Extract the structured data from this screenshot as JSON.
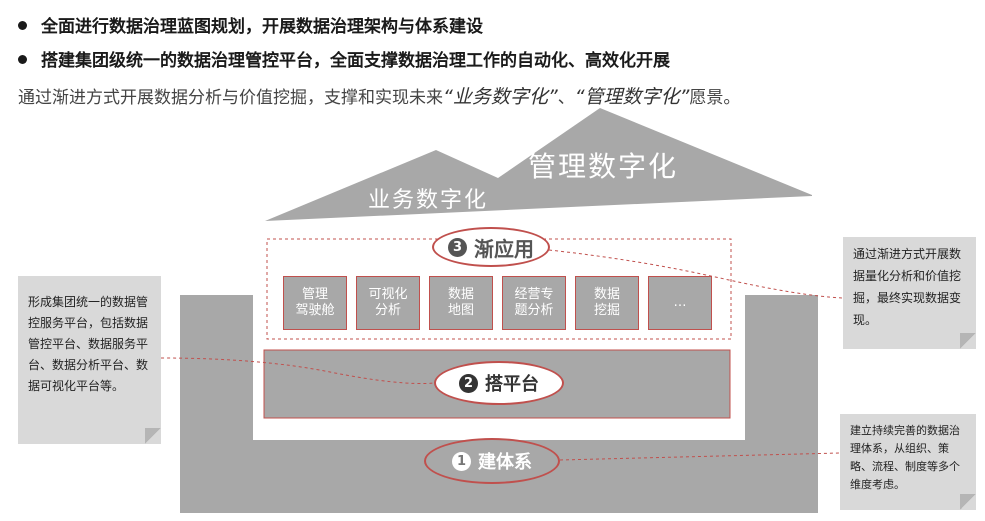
{
  "header": {
    "bullet1": "全面进行数据治理蓝图规划，开展数据治理架构与体系建设",
    "bullet2": "搭建集团级统一的数据治理管控平台，全面支撑数据治理工作的自动化、高效化开展",
    "intro_prefix": "通过渐进方式开展数据分析与价值挖掘，支撑和实现未来",
    "intro_em1": "“业务数字化”",
    "intro_sep": "、",
    "intro_em2": "“管理数字化”",
    "intro_suffix": "愿景。"
  },
  "roof": {
    "left_label": "业务数字化",
    "right_label": "管理数字化"
  },
  "stage3": {
    "number": "3",
    "label": "渐应用",
    "cards": [
      "管理\n驾驶舱",
      "可视化\n分析",
      "数据\n地图",
      "经营专\n题分析",
      "数据\n挖掘",
      "…"
    ]
  },
  "stage2": {
    "number": "2",
    "label": "搭平台"
  },
  "stage1": {
    "number": "1",
    "label": "建体系"
  },
  "notes": {
    "left": "形成集团统一的数据管控服务平台，包括数据管控平台、数据服务平台、数据分析平台、数据可视化平台等。",
    "right_top": "通过渐进方式开展数据量化分析和价值挖掘，最终实现数据变现。",
    "right_bottom": "建立持续完善的数据治理体系，从组织、策略、流程、制度等多个维度考虑。"
  },
  "colors": {
    "house_gray": "#a8a8a8",
    "accent_red": "#c0504d",
    "note_gray": "#d9d9d9"
  }
}
